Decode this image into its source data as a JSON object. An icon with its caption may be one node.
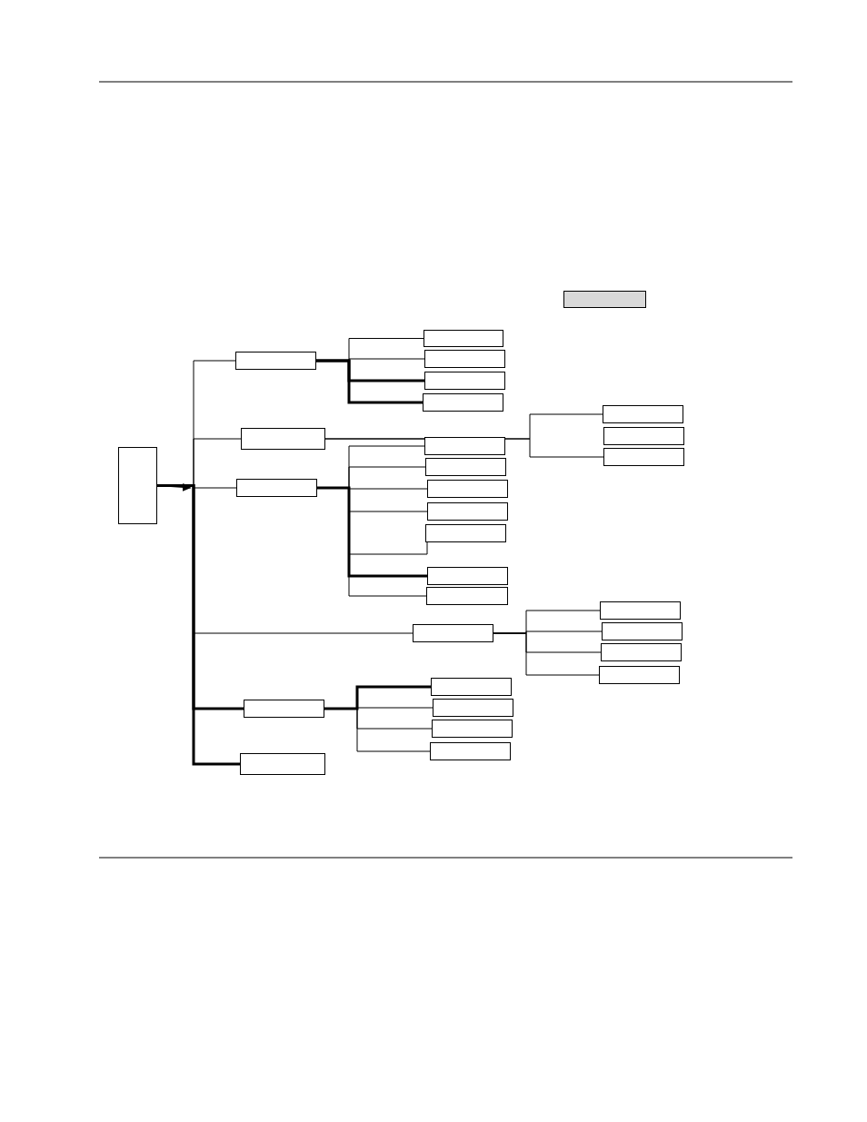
{
  "diagram": {
    "nodes": [
      {
        "text": [],
        "shape": "box"
      },
      {
        "text": [],
        "shape": "box"
      },
      {
        "text": [],
        "shape": "box"
      },
      {
        "text": [],
        "shape": "box"
      },
      {
        "text": [],
        "shape": "box"
      },
      {
        "text": [],
        "shape": "box"
      },
      {
        "text": [],
        "shape": "box"
      },
      {
        "text": [],
        "shape": "box"
      },
      {
        "text": [],
        "shape": "box"
      },
      {
        "text": [],
        "shape": "box"
      },
      {
        "text": [],
        "shape": "box"
      },
      {
        "text": [],
        "shape": "box"
      },
      {
        "text": [],
        "shape": "box"
      },
      {
        "text": [],
        "shape": "box"
      },
      {
        "text": [],
        "shape": "box"
      },
      {
        "text": [],
        "shape": "box"
      },
      {
        "text": [],
        "shape": "box"
      },
      {
        "text": [],
        "shape": "box"
      },
      {
        "text": [],
        "shape": "box"
      },
      {
        "text": [],
        "shape": "box"
      },
      {
        "text": [],
        "shape": "box"
      },
      {
        "text": [],
        "shape": "box"
      },
      {
        "text": [],
        "shape": "box"
      },
      {
        "text": [],
        "shape": "box"
      },
      {
        "text": [],
        "shape": "box"
      },
      {
        "text": [],
        "shape": "box"
      },
      {
        "text": [],
        "shape": "box"
      },
      {
        "text": [],
        "shape": "box"
      },
      {
        "text": [],
        "shape": "box"
      },
      {
        "text": [],
        "shape": "box"
      }
    ],
    "edges": [
      {
        "from": 1,
        "to": null,
        "arrow": "to"
      },
      {
        "from": 1,
        "to": 2,
        "arrow": "none"
      },
      {
        "from": 1,
        "to": 7,
        "arrow": "none"
      },
      {
        "from": 1,
        "to": 11,
        "arrow": "none"
      },
      {
        "from": 1,
        "to": 19,
        "arrow": "none"
      },
      {
        "from": 1,
        "to": 24,
        "arrow": "none",
        "style": "thick"
      },
      {
        "from": 1,
        "to": 29,
        "arrow": "none",
        "style": "thick"
      },
      {
        "from": 2,
        "to": 3,
        "arrow": "none"
      },
      {
        "from": 2,
        "to": 4,
        "arrow": "none"
      },
      {
        "from": 2,
        "to": 5,
        "arrow": "none",
        "style": "thick"
      },
      {
        "from": 2,
        "to": 6,
        "arrow": "none",
        "style": "thick"
      },
      {
        "from": 7,
        "to": 8,
        "arrow": "none"
      },
      {
        "from": 7,
        "to": 10,
        "arrow": "none"
      },
      {
        "from": 11,
        "to": 12,
        "arrow": "none"
      },
      {
        "from": 11,
        "to": 13,
        "arrow": "none"
      },
      {
        "from": 11,
        "to": 14,
        "arrow": "none"
      },
      {
        "from": 11,
        "to": 15,
        "arrow": "none"
      },
      {
        "from": 11,
        "to": 16,
        "arrow": "none"
      },
      {
        "from": 11,
        "to": 17,
        "arrow": "none",
        "style": "thick"
      },
      {
        "from": 11,
        "to": 18,
        "arrow": "none"
      },
      {
        "from": 19,
        "to": 20,
        "arrow": "none"
      },
      {
        "from": 19,
        "to": 21,
        "arrow": "none"
      },
      {
        "from": 19,
        "to": 22,
        "arrow": "none"
      },
      {
        "from": 19,
        "to": 23,
        "arrow": "none"
      },
      {
        "from": 24,
        "to": 25,
        "arrow": "none",
        "style": "thick"
      },
      {
        "from": 24,
        "to": 26,
        "arrow": "none"
      },
      {
        "from": 24,
        "to": 27,
        "arrow": "none"
      },
      {
        "from": 24,
        "to": 28,
        "arrow": "none"
      }
    ]
  }
}
